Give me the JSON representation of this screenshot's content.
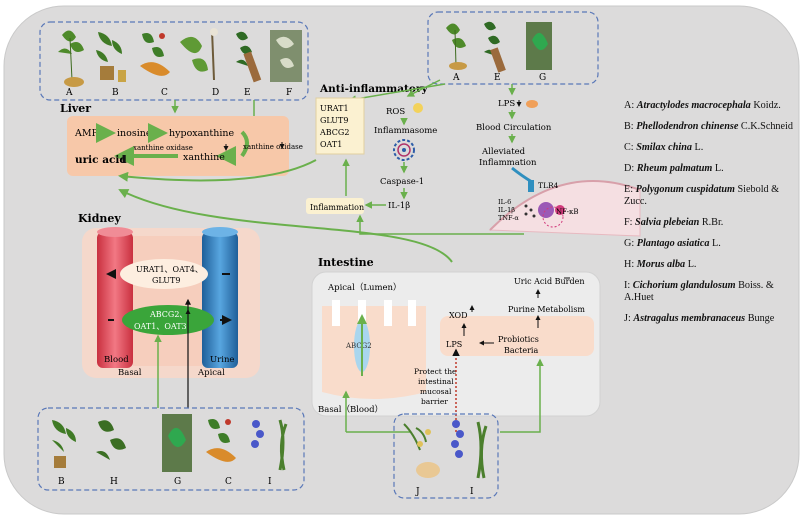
{
  "colors": {
    "background_panel": "#dcdbdb",
    "liver_box": "#f7c8a9",
    "dashed_border": "#5a78b8",
    "green_arrow": "#6ab04c",
    "blood": "#e95a67",
    "urine": "#2f7fc1",
    "transporter_green": "#3aa53a",
    "label_box": "#fbf1d1"
  },
  "liver": {
    "title": "Liver",
    "amp": "AMP",
    "inosine": "inosine",
    "hypoxanthine": "hypoxanthine",
    "xanthine": "xanthine",
    "uric_acid": "uric acid",
    "xo_left": "xanthine oxidase",
    "xo_right": "xanthine oxidase",
    "herb_letters": [
      "A",
      "B",
      "C",
      "D",
      "E",
      "F"
    ]
  },
  "anti_inflammatory": {
    "title": "Anti-inflammatory",
    "herb_letters": [
      "A",
      "E",
      "G"
    ],
    "transporters": [
      "URAT1",
      "GLUT9",
      "ABCG2",
      "OAT1"
    ],
    "ros": "ROS",
    "inflammasome": "Inflammasome",
    "caspase": "Caspase-1",
    "il1b": "IL-1β",
    "inflammation": "Inflammation",
    "lps": "LPS",
    "blood_circulation": "Blood Circulation",
    "alleviated_line1": "Alleviated",
    "alleviated_line2": "Inflammation",
    "tlr4": "TLR4",
    "nfkb": "NF-κB",
    "cytokines": [
      "IL-6",
      "IL-1β",
      "TNF-α"
    ]
  },
  "kidney": {
    "title": "Kidney",
    "reabsorb_line1": "URAT1、OAT4、",
    "reabsorb_line2": "GLUT9",
    "secrete_line1": "ABCG2、",
    "secrete_line2": "OAT1、OAT3",
    "blood": "Blood",
    "urine": "Urine",
    "basal": "Basal",
    "apical": "Apical",
    "herb_letters": [
      "B",
      "H",
      "G",
      "C",
      "I"
    ]
  },
  "intestine": {
    "title": "Intestine",
    "apical_lumen": "Apical（Lumen）",
    "basal_blood": "Basal（Blood）",
    "abcg2": "ABCG2",
    "xod": "XOD",
    "lps": "LPS",
    "probiotics": "Probiotics",
    "bacteria": "Bacteria",
    "purine": "Purine Metabolism",
    "burden": "Uric Acid Burden",
    "protect_lines": [
      "Protect the",
      "intestinal",
      "mucosal",
      "barrier"
    ],
    "herb_letters": [
      "J",
      "I"
    ]
  },
  "legend": [
    {
      "code": "A:",
      "species": "Atractylodes macrocephala",
      "author": "Koidz."
    },
    {
      "code": "B:",
      "species": "Phellodendron chinense",
      "author": "C.K.Schneid"
    },
    {
      "code": "C:",
      "species": "Smilax china",
      "author": "L."
    },
    {
      "code": "D:",
      "species": "Rheum palmatum",
      "author": "L."
    },
    {
      "code": "E:",
      "species": "Polygonum cuspidatum",
      "author": "Siebold & Zucc."
    },
    {
      "code": "F:",
      "species": "Salvia plebeian",
      "author": "R.Br."
    },
    {
      "code": "G:",
      "species": "Plantago asiatica",
      "author": "L."
    },
    {
      "code": "H:",
      "species": "Morus alba",
      "author": "L."
    },
    {
      "code": "I:",
      "species": "Cichorium glandulosum",
      "author": "Boiss. & A.Huet"
    },
    {
      "code": "J:",
      "species": "Astragalus membranaceus",
      "author": "Bunge"
    }
  ]
}
